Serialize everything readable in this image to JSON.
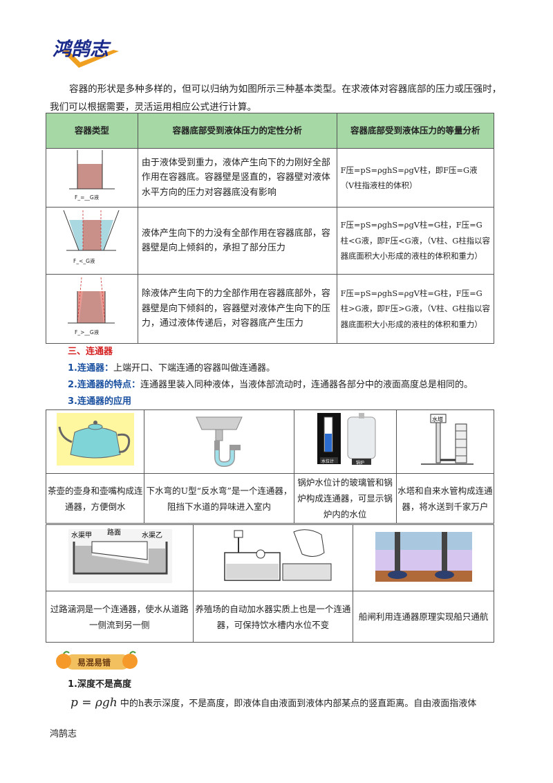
{
  "header": {
    "logo_text": "鸿鹄志"
  },
  "intro": "容器的形状是多种多样的，但可以归纳为如图所示三种基本类型。在求液体对容器底部的压力或压强时，我们可以根据需要，灵活运用相应公式进行计算。",
  "pressure_table": {
    "headers": [
      "容器类型",
      "容器底部受到液体压力的定性分析",
      "容器底部受到液体压力的等量分析"
    ],
    "rows": [
      {
        "relation": "F_=__G液",
        "qualitative": "由于液体受到重力，液体产生向下的力刚好全部作用在容器底。容器壁是竖直的，容器壁对液体水平方向的压力对容器底没有影响",
        "quantitative": "F压=pS=ρghS=ρgV柱，即F压=G液（V柱指液柱的体积）"
      },
      {
        "relation": "F_<_G液",
        "qualitative": "液体产生向下的力没有全部作用在容器底部，容器壁是向上倾斜的，承担了部分压力",
        "quantitative": "F压=pS=ρghS=ρgV柱=G柱，F压=G柱<G液，即F压<G液，（V柱、G柱指以容器底面积大小形成的液柱的体积和重力）"
      },
      {
        "relation": "F_>__G液",
        "qualitative": "除液体产生向下的力全部作用在容器底部外，容器壁是向下倾斜的，容器壁对液体产生向下的压力，通过液体传递后，对容器底产生压力",
        "quantitative": "F压=pS=ρghS=ρgV柱=G柱，F压=G柱>G液，即F压>G液，（V柱、G柱指以容器底面积大小形成的液柱的体积和重力）"
      }
    ]
  },
  "section": {
    "title": "三、连通器",
    "def1_label": "1.连通器：",
    "def1_text": "上端开口、下端连通的容器叫做连通器。",
    "def2_label": "2.连通器的特点：",
    "def2_text": "连通器里装入同种液体，当液体部流动时，连通器各部分中的液面高度总是相同的。",
    "def3_label": "3.连通器的应用"
  },
  "apps_row1": {
    "boiler_labels": [
      "水位计",
      "锅炉"
    ],
    "tower_label": "水塔",
    "captions": [
      "茶壶的壶身和壶嘴构成连通器，方便倒水",
      "下水弯的U型“反水弯”是一个连通器，阻挡下水道的异味进入室内",
      "锅炉水位计的玻璃管和锅炉构成连通器，可显示锅炉内的水位",
      "水塔和自来水管构成连通器，将水送到千家万户"
    ]
  },
  "apps_row2": {
    "culvert_labels": [
      "水渠甲",
      "路面",
      "水渠乙"
    ],
    "captions": [
      "过路涵洞是一个连通器，使水从道路一侧流到另一侧",
      "养殖场的自动加水器实质上也是一个连通器，可保持饮水槽内水位不变",
      "船闸利用连通器原理实现船只通航"
    ]
  },
  "confusion": {
    "badge": "易混易错",
    "sub": "1.深度不是高度",
    "formula": "p = ρgh",
    "text": "中的h表示深度，不是高度，即液体自由液面到液体内部某点的竖直距离。自由液面指液体"
  },
  "footer": "鸿鹄志",
  "colors": {
    "header_green": "#a6d8a6",
    "red": "#d42020",
    "blue": "#1a50a0",
    "logo_orange": "#f0a020"
  }
}
